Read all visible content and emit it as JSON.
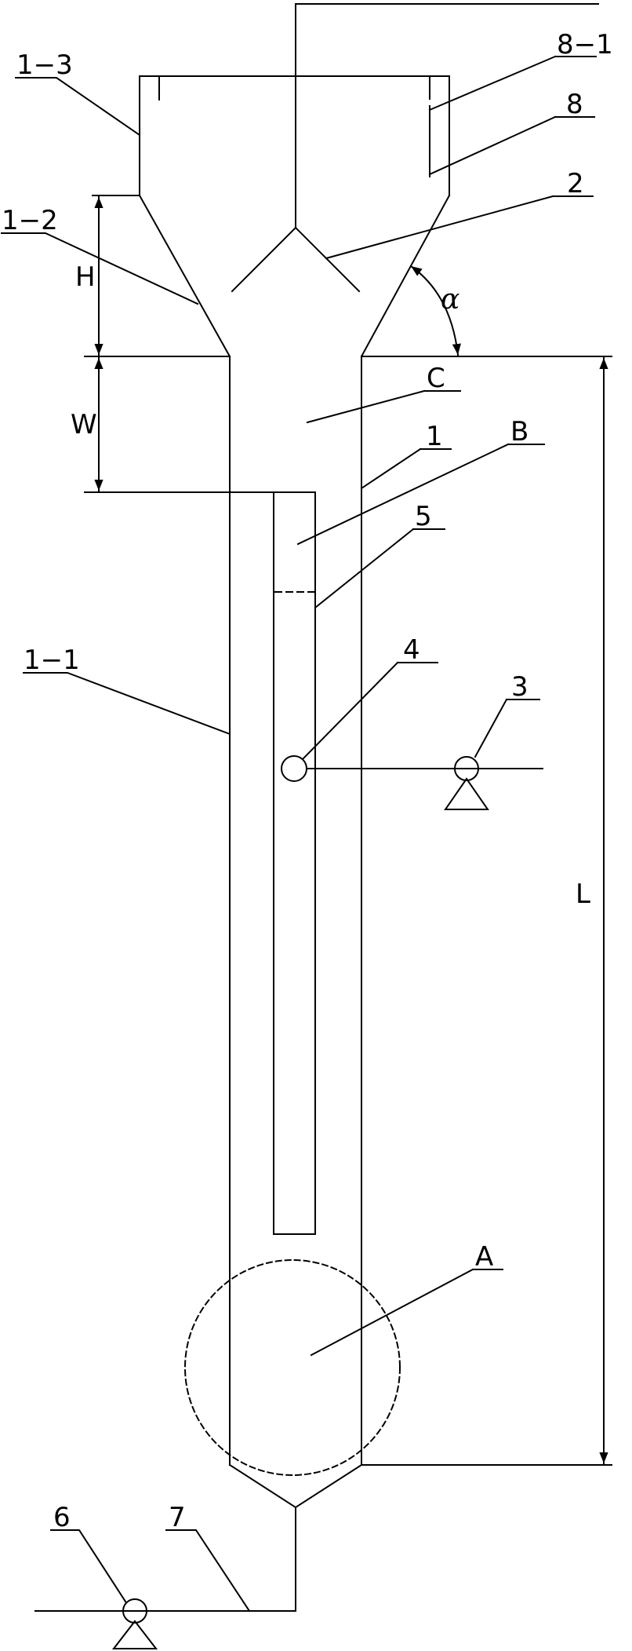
{
  "labels": {
    "l_1_3": "1−3",
    "l_8_1": "8−1",
    "l_8": "8",
    "l_2": "2",
    "l_1_2": "1−2",
    "l_C": "C",
    "l_1": "1",
    "l_B": "B",
    "l_5": "5",
    "l_1_1": "1−1",
    "l_4": "4",
    "l_3": "3",
    "l_A": "A",
    "l_6": "6",
    "l_7": "7"
  },
  "dimensions": {
    "H": "H",
    "W": "W",
    "L": "L",
    "alpha": "α"
  }
}
